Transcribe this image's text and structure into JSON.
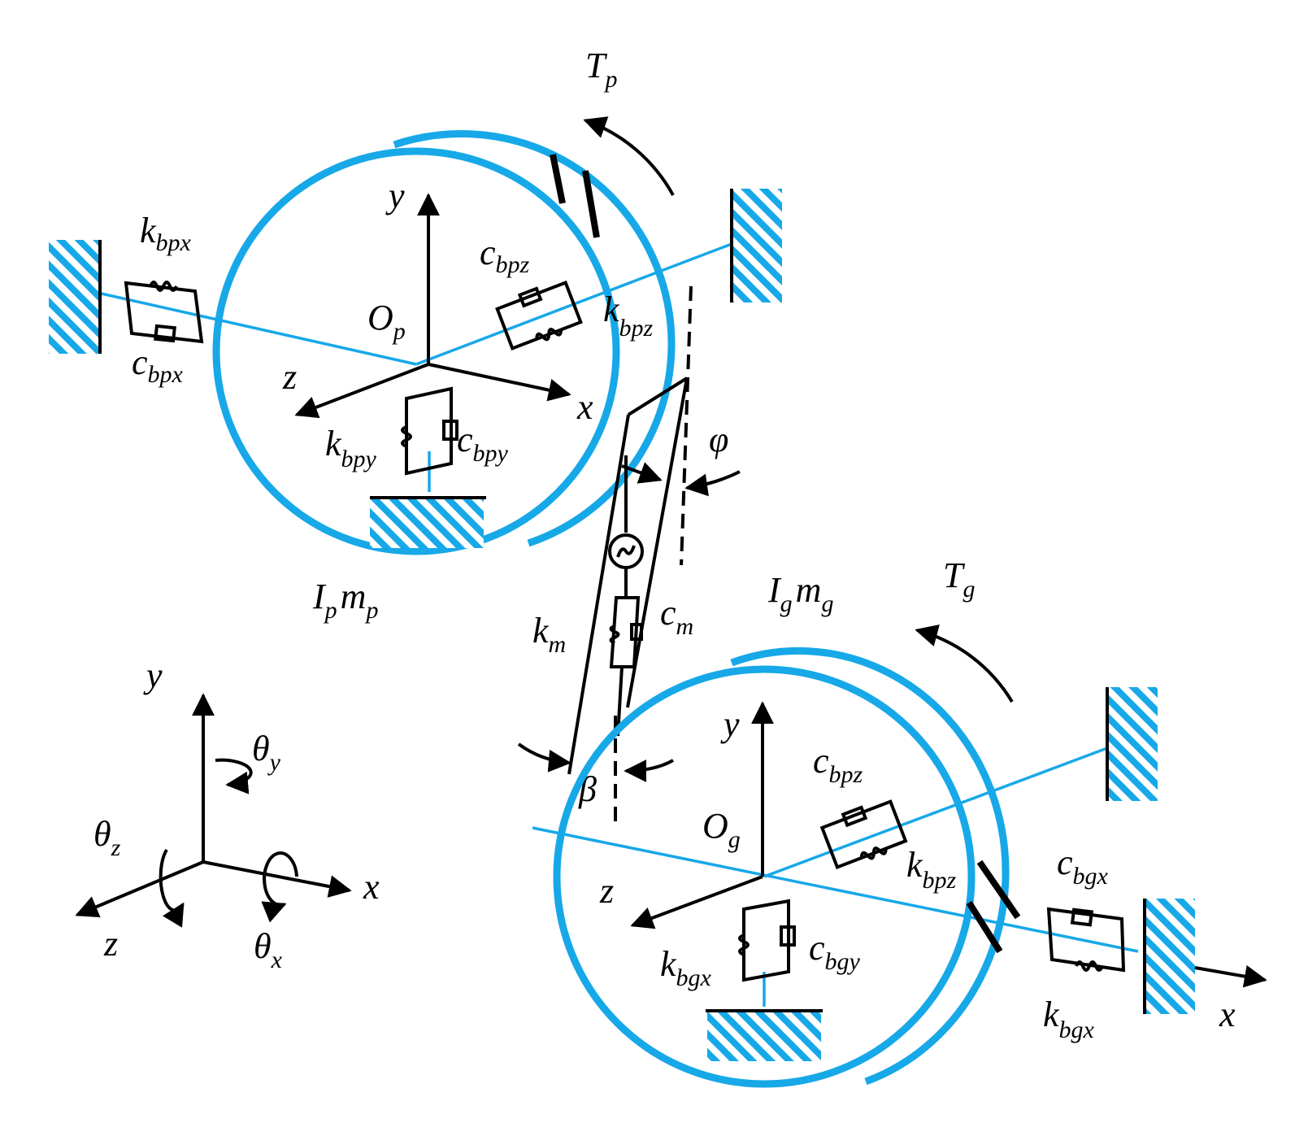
{
  "colors": {
    "gear": "#17a8e8",
    "hatch": "#17a8e8",
    "ink": "#000000"
  },
  "labels": {
    "Tp": {
      "main": "T",
      "sub": "p"
    },
    "Tg": {
      "main": "T",
      "sub": "g"
    },
    "Op": {
      "main": "O",
      "sub": "p"
    },
    "Og": {
      "main": "O",
      "sub": "g"
    },
    "kbpx": {
      "main": "k",
      "sub": "bpx"
    },
    "cbpx": {
      "main": "c",
      "sub": "bpx"
    },
    "cbpz_p": {
      "main": "c",
      "sub": "bpz"
    },
    "kbpz_p": {
      "main": "k",
      "sub": "bpz"
    },
    "kbpy": {
      "main": "k",
      "sub": "bpy"
    },
    "cbpy": {
      "main": "c",
      "sub": "bpy"
    },
    "Ip": {
      "main": "I",
      "sub": "p"
    },
    "mp": {
      "main": "m",
      "sub": "p"
    },
    "Ig": {
      "main": "I",
      "sub": "g"
    },
    "mg": {
      "main": "m",
      "sub": "g"
    },
    "km": {
      "main": "k",
      "sub": "m"
    },
    "cm": {
      "main": "c",
      "sub": "m"
    },
    "cbpz_g": {
      "main": "c",
      "sub": "bpz"
    },
    "kbpz_g": {
      "main": "k",
      "sub": "bpz"
    },
    "cbgx": {
      "main": "c",
      "sub": "bgx"
    },
    "kbgx_r": {
      "main": "k",
      "sub": "bgx"
    },
    "kbgx_l": {
      "main": "k",
      "sub": "bgx"
    },
    "cbgy": {
      "main": "c",
      "sub": "bgy"
    },
    "thy": {
      "main": "θ",
      "sub": "y"
    },
    "thz": {
      "main": "θ",
      "sub": "z"
    },
    "thx": {
      "main": "θ",
      "sub": "x"
    }
  },
  "axes": {
    "pinion": {
      "y": "y",
      "z": "z",
      "x": "x"
    },
    "gear": {
      "y": "y",
      "z": "z",
      "x": "x"
    },
    "ref": {
      "y": "y",
      "z": "z",
      "x": "x"
    },
    "out_x": "x"
  },
  "angles": {
    "phi": "φ",
    "beta": "β"
  }
}
